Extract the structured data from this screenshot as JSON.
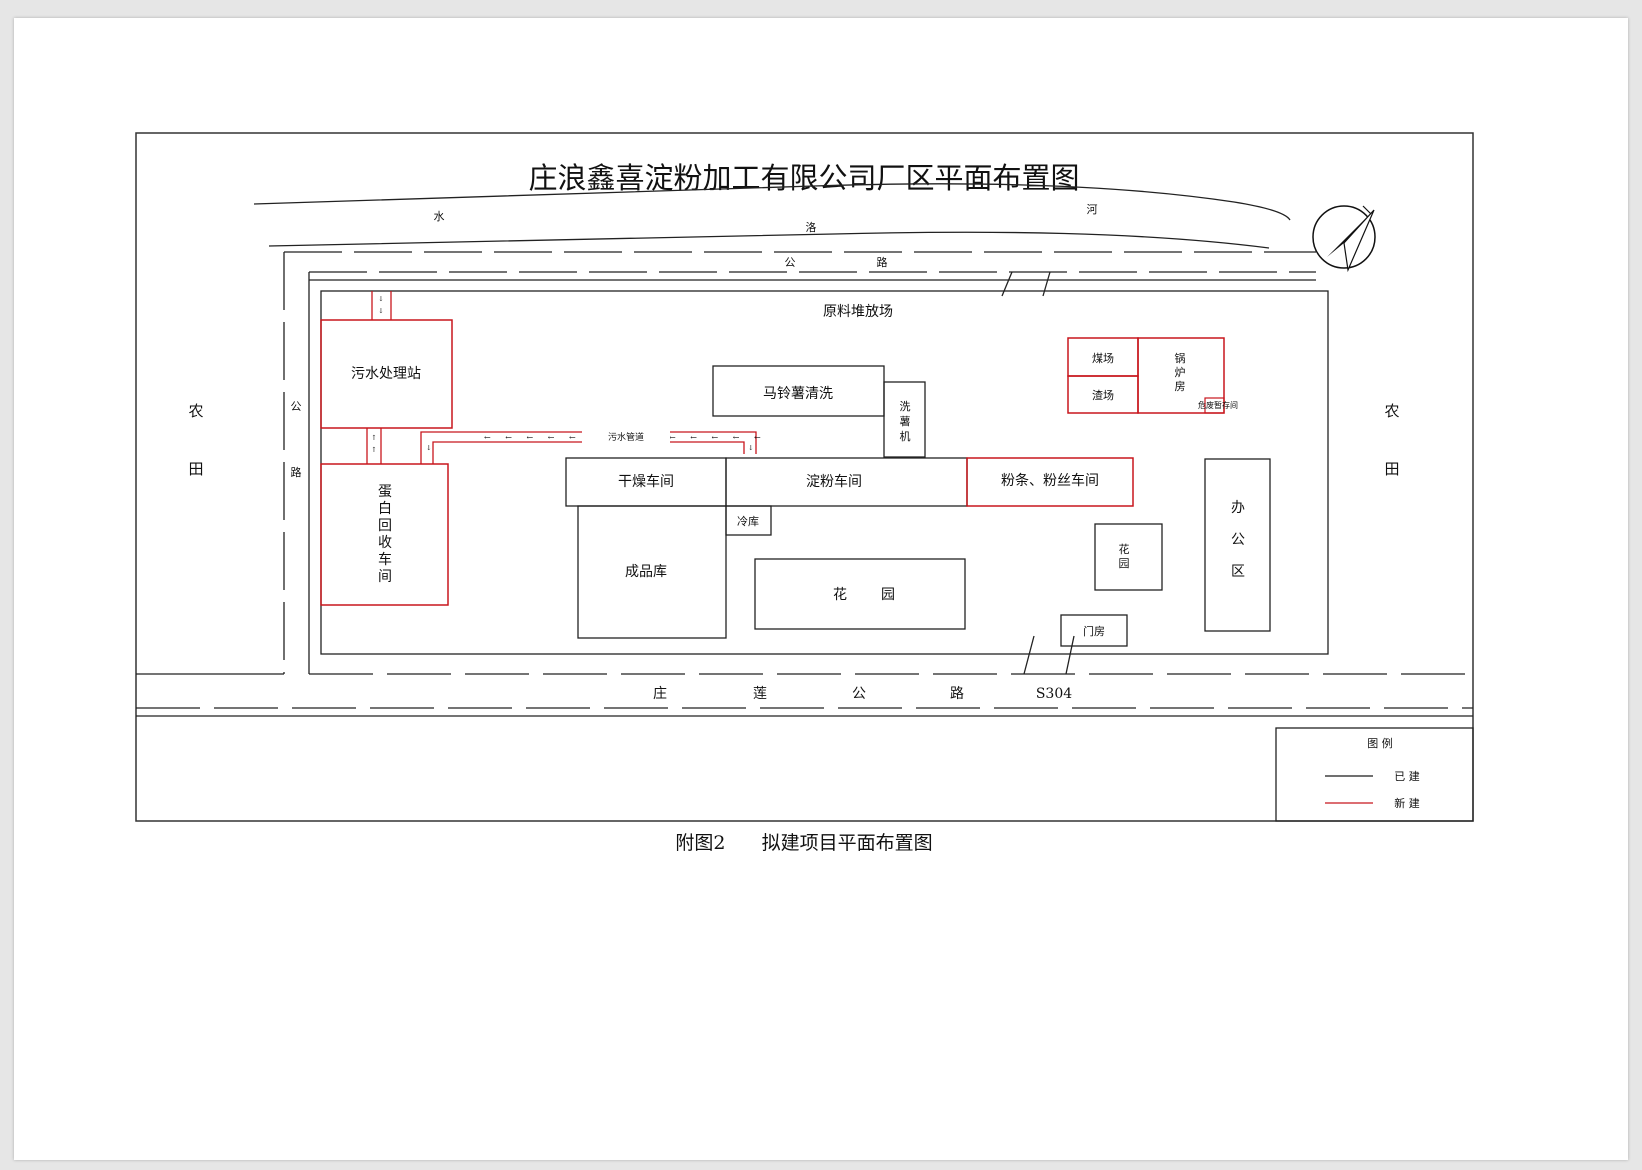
{
  "title": "庄浪鑫喜淀粉加工有限公司厂区平面布置图",
  "caption": "附图2      拟建项目平面布置图",
  "river": {
    "chars": [
      "水",
      "洛",
      "河"
    ]
  },
  "roads": {
    "north": [
      "公",
      "路"
    ],
    "west": [
      "公",
      "路"
    ],
    "south": [
      "庄",
      "莲",
      "公",
      "路",
      "S304"
    ]
  },
  "farmland": {
    "west": [
      "农",
      "田"
    ],
    "east": [
      "农",
      "田"
    ]
  },
  "areas": {
    "raw_yard": "原料堆放场",
    "sewage_station": "污水处理站",
    "protein_workshop": [
      "蛋",
      "白",
      "回",
      "收",
      "车",
      "间"
    ],
    "potato_washing": "马铃薯清洗",
    "washer": [
      "洗",
      "薯",
      "机"
    ],
    "coal_yard": "煤场",
    "slag_yard": "渣场",
    "boiler": [
      "锅",
      "炉",
      "房"
    ],
    "hazwaste": "危废暂存间",
    "sewage_pipe": "污水管道",
    "drying_workshop": "干燥车间",
    "starch_workshop": "淀粉车间",
    "noodle_workshop": "粉条、粉丝车间",
    "cold_storage": "冷库",
    "product_store": "成品库",
    "garden_main": [
      "花",
      "园"
    ],
    "garden_small": [
      "花",
      "园"
    ],
    "office": [
      "办",
      "公",
      "区"
    ],
    "gatehouse": "门房"
  },
  "legend": {
    "title": "图 例",
    "built": "已 建",
    "new": "新 建"
  },
  "colors": {
    "built": "#1a1a1a",
    "new": "#c8161d",
    "background": "#e6e6e6"
  }
}
